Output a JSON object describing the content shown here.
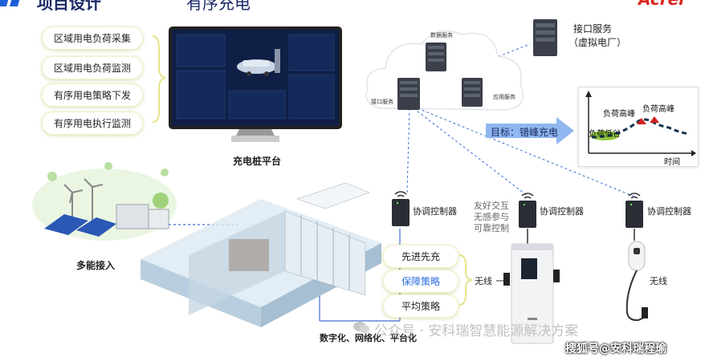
{
  "header": {
    "title_left": "项目设计",
    "title_right": "有序充电",
    "brand": "Acrel"
  },
  "left_functions": [
    "区域用电负荷采集",
    "区域用电负荷监测",
    "有序用电策略下发",
    "有序用电执行监测"
  ],
  "platform_label": "充电桩平台",
  "multi_energy_label": "多能接入",
  "bottom_label": "数字化、网络化、平台化",
  "cloud": {
    "data_service": "数据服务",
    "interface_service": "接口服务",
    "app_service": "应用服务"
  },
  "vpp": {
    "line1": "接口服务",
    "line2": "（虚拟电厂）"
  },
  "target_label": "目标：错峰充电",
  "load_chart": {
    "peak1": "负荷高峰",
    "peak2": "负荷高峰",
    "valley": "负荷低谷",
    "x_axis": "时间"
  },
  "controllers": [
    "协调控制器",
    "协调控制器",
    "协调控制器"
  ],
  "friendly_note": [
    "友好交互",
    "无感参与",
    "可靠控制"
  ],
  "strategies": [
    "先进先充",
    "保障策略",
    "平均策略"
  ],
  "wireless_labels": [
    "无线",
    "无线"
  ],
  "watermark": "公众号 · 安科瑞智慧能源解决方案",
  "watermark2": "搜狐号@安科瑞程瑜",
  "colors": {
    "accent_yellow": "#e6e48a",
    "blue_line": "#3d6fd6",
    "arrow_blue": "#8fb6ef",
    "strategy_blue": "#2f6fe0",
    "peak_red": "#d42020",
    "valley_green": "#8fc63a"
  }
}
